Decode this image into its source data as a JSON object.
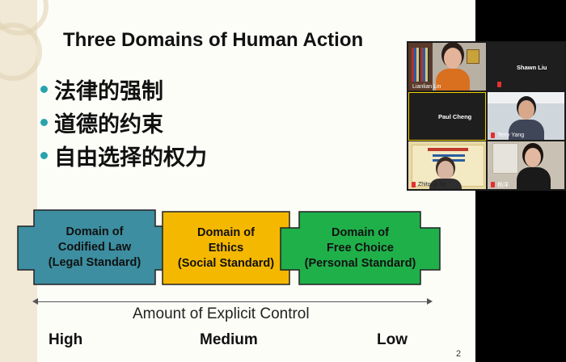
{
  "slide": {
    "title": "Three Domains of Human Action",
    "bullets": [
      "法律的强制",
      "道德的约束",
      "自由选择的权力"
    ],
    "domains": [
      {
        "lines": [
          "Domain of",
          "Codified Law",
          "(Legal Standard)"
        ],
        "color": "#3c8ea0"
      },
      {
        "lines": [
          "Domain of",
          "Ethics",
          "(Social Standard)"
        ],
        "color": "#f5b800"
      },
      {
        "lines": [
          "Domain of",
          "Free Choice",
          "(Personal Standard)"
        ],
        "color": "#1fb04a"
      }
    ],
    "axis_label": "Amount of Explicit Control",
    "levels": [
      "High",
      "Medium",
      "Low"
    ],
    "page_number": "2"
  },
  "video": {
    "participants": [
      {
        "name": "Lianlian Lin"
      },
      {
        "name": "Shawn Liu"
      },
      {
        "name": "Paul Cheng"
      },
      {
        "name": "Terry Yang"
      },
      {
        "name": "Zhitong Jia"
      },
      {
        "name": "杨洋"
      }
    ],
    "active_speaker_color": "#f2d000",
    "muted_icon": "mic-muted-icon"
  }
}
